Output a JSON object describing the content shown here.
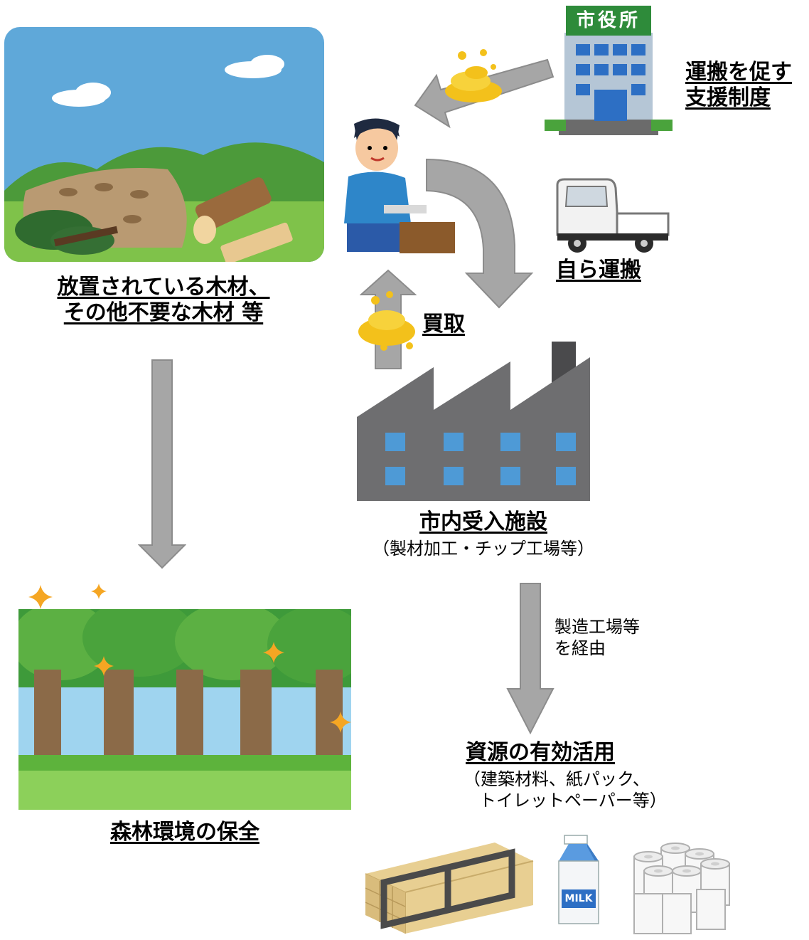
{
  "header_fragment": "",
  "labels": {
    "wood": [
      "放置されている木材、",
      "その他不要な木材 等"
    ],
    "subsidy": [
      "運搬を促す",
      "支援制度"
    ],
    "city_hall_sign": "市役所",
    "self_transport": "自ら運搬",
    "purchase": "買取",
    "facility": "市内受入施設",
    "facility_sub": "（製材加工・チップ工場等）",
    "via": [
      "製造工場等",
      "を経由"
    ],
    "resources": "資源の有効活用",
    "resources_sub": [
      "（建築材料、紙パック、",
      "トイレットペーパー等）"
    ],
    "forest": "森林環境の保全",
    "milk": "MILK"
  },
  "colors": {
    "arrow": "#a6a6a6",
    "arrow_edge": "#8c8c8c",
    "sky": "#5fa8d9",
    "grass": "#7fc24a",
    "factory": "#6e6e70",
    "window": "#4e9ad6",
    "coin": "#f3c11b"
  }
}
